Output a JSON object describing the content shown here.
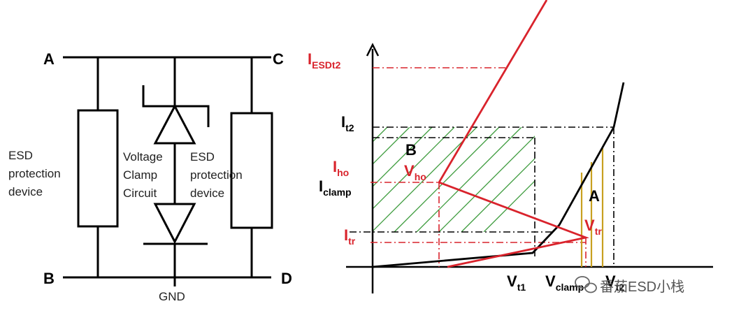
{
  "circuit": {
    "nodes": {
      "a": "A",
      "b": "B",
      "c": "C",
      "d": "D"
    },
    "gnd": "GND",
    "left_device": [
      "ESD",
      "protection",
      "device"
    ],
    "clamp_circuit": [
      "Voltage",
      "Clamp",
      "Circuit"
    ],
    "right_device": [
      "ESD",
      "protection",
      "device"
    ]
  },
  "graph": {
    "y_labels": {
      "i_esdt2": {
        "main": "I",
        "sub": "ESDt2"
      },
      "i_t2": {
        "main": "I",
        "sub": "t2"
      },
      "i_ho": {
        "main": "I",
        "sub": "ho"
      },
      "i_clamp": {
        "main": "I",
        "sub": "clamp"
      },
      "i_tr": {
        "main": "I",
        "sub": "tr"
      }
    },
    "x_labels": {
      "v_t1": {
        "main": "V",
        "sub": "t1"
      },
      "v_clamp": {
        "main": "V",
        "sub": "clamp"
      },
      "v_t2": {
        "main": "V",
        "sub": "t2"
      }
    },
    "curve_labels": {
      "v_ho": {
        "main": "V",
        "sub": "ho"
      },
      "v_tr": {
        "main": "V",
        "sub": "tr"
      }
    },
    "region_labels": {
      "b": "B",
      "a": "A"
    },
    "colors": {
      "red_curve": "#d9232c",
      "black_curve": "#000000",
      "hatch": "#3a9a3a",
      "window": "#c8a020"
    }
  },
  "watermark": {
    "text": "番茄ESD小栈",
    "icon": "wechat-icon"
  }
}
